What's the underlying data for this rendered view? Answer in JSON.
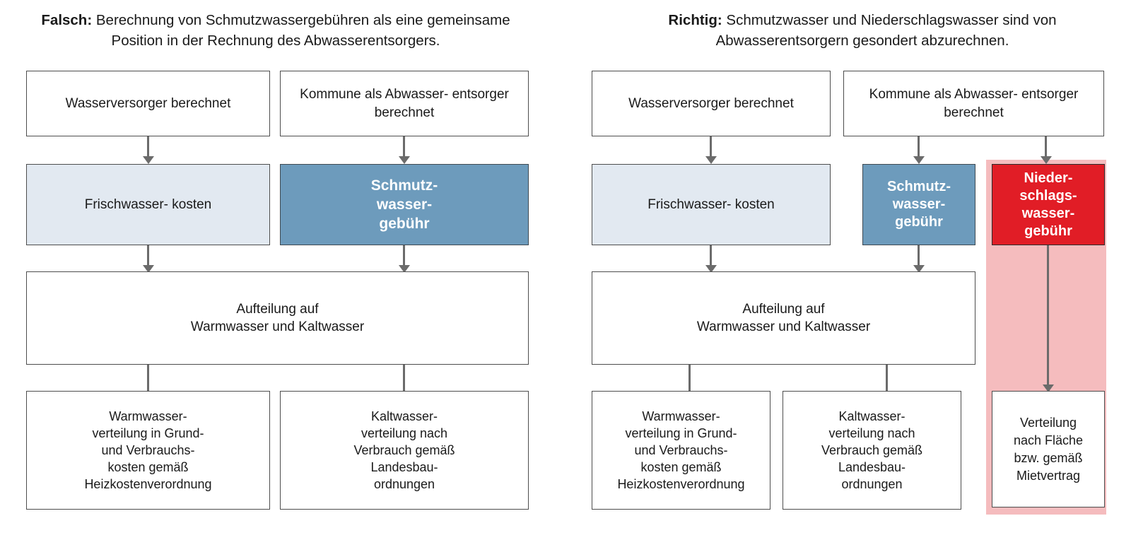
{
  "diagram": {
    "title_left_prefix": "Falsch:",
    "title_left_rest": " Berechnung von Schmutzwassergebühren als eine gemeinsame Position in der Rechnung des Abwasserentsorgers.",
    "title_right_prefix": "Richtig:",
    "title_right_rest": " Schmutzwasser und Niederschlagswasser sind von Abwasserentsorgern gesondert abzurechnen.",
    "colors": {
      "blue_fill": "#6d9bbc",
      "light_blue_fill": "#e2e9f1",
      "red_fill": "#e11d26",
      "pink_band": "#f5bcbe",
      "box_border": "#4d4d4d",
      "arrow": "#6b6b6b",
      "text": "#1a1a1a",
      "white_text": "#ffffff",
      "background": "#ffffff"
    }
  },
  "left": {
    "source_water": "Wasserversorger\nberechnet",
    "source_sewage": "Kommune als Abwasser-\nentsorger berechnet",
    "fresh_water_cost": "Frischwasser-\nkosten",
    "dirty_water_fee": "Schmutz-\nwasser-\ngebühr",
    "allocation": "Aufteilung auf\nWarmwasser und Kaltwasser",
    "warm_water": "Warmwasser-\nverteilung in Grund-\nund Verbrauchs-\nkosten gemäß\nHeizkostenverordnung",
    "cold_water": "Kaltwasser-\nverteilung nach\nVerbrauch gemäß\nLandesbau-\nordnungen"
  },
  "right": {
    "source_water": "Wasserversorger\nberechnet",
    "source_sewage": "Kommune als Abwasser-\nentsorger berechnet",
    "fresh_water_cost": "Frischwasser-\nkosten",
    "dirty_water_fee": "Schmutz-\nwasser-\ngebühr",
    "rain_water_fee": "Nieder-\nschlags-\nwasser-\ngebühr",
    "allocation": "Aufteilung auf\nWarmwasser und Kaltwasser",
    "warm_water": "Warmwasser-\nverteilung in Grund-\nund Verbrauchs-\nkosten gemäß\nHeizkostenverordnung",
    "cold_water": "Kaltwasser-\nverteilung nach\nVerbrauch gemäß\nLandesbau-\nordnungen",
    "area_distribution": "Verteilung\nnach Fläche\nbzw. gemäß\nMietvertrag"
  }
}
